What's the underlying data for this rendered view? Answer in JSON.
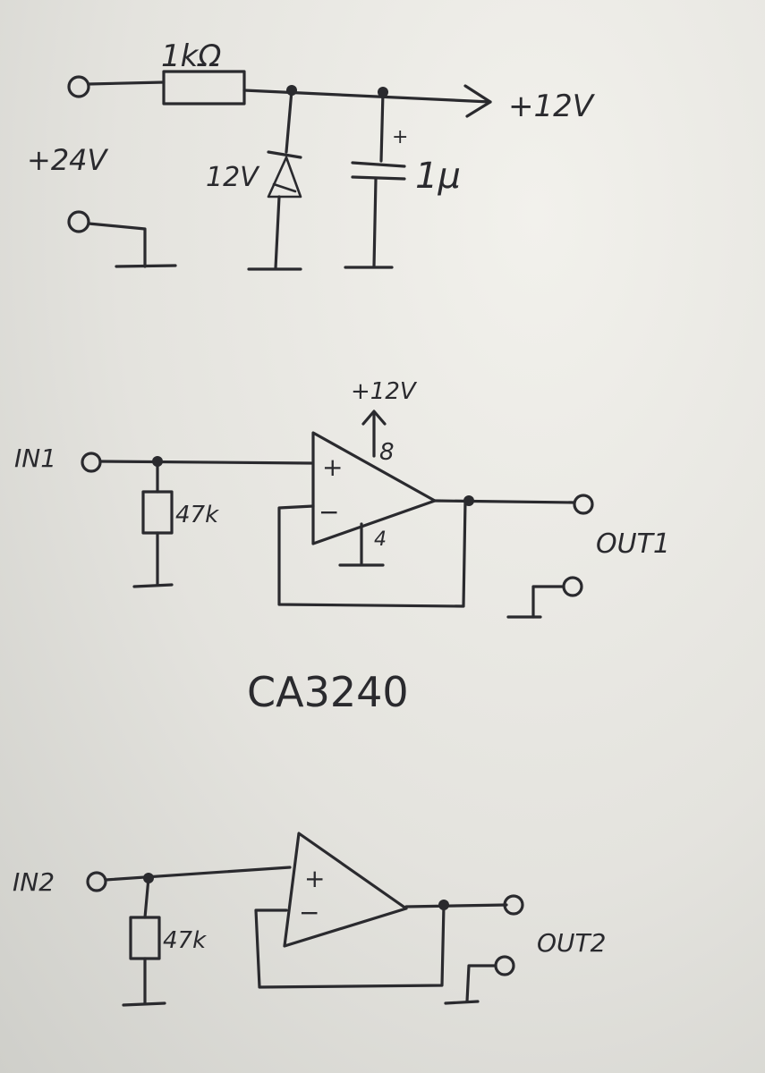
{
  "supply": {
    "input_label": "+24V",
    "resistor_label": "1kΩ",
    "zener_label": "12V",
    "cap_label": "1µ",
    "cap_polarity": "+",
    "output_label": "+12V"
  },
  "opamp1": {
    "vcc_label": "+12V",
    "pin_vcc": "8",
    "pin_gnd": "4",
    "plus": "+",
    "minus": "−",
    "in_label": "IN1",
    "r_label": "47k",
    "out_label": "OUT1"
  },
  "part_label": "CA3240",
  "opamp2": {
    "plus": "+",
    "minus": "−",
    "in_label": "IN2",
    "r_label": "47k",
    "out_label": "OUT2"
  }
}
